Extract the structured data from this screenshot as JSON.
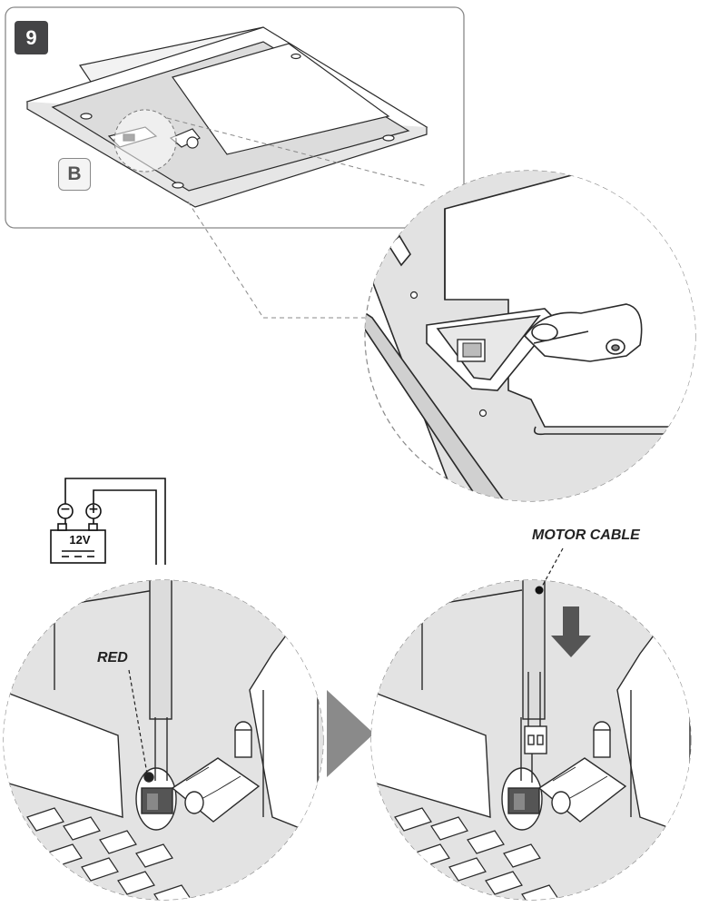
{
  "step": {
    "number": "9"
  },
  "labels": {
    "part_b": "B",
    "red_wire": "RED",
    "motor_cable": "MOTOR CABLE",
    "battery_voltage": "12V",
    "battery_negative": "−",
    "battery_positive": "+"
  },
  "colors": {
    "outline": "#2a2a2a",
    "panel_gray": "#d9d9d9",
    "dark_gray": "#444446",
    "arrow_gray": "#8a8a8a",
    "arrow_dark": "#555555"
  }
}
